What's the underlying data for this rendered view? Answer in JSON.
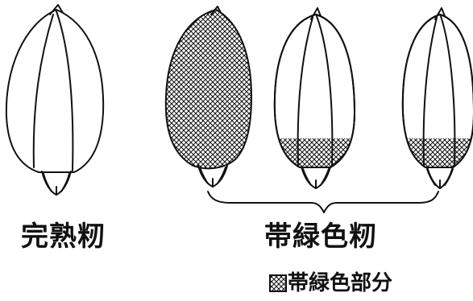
{
  "labels": {
    "ripe": "完熟籾",
    "green": "帯緑色籾"
  },
  "legend": {
    "text": "帯緑色部分"
  },
  "grains": [
    {
      "name": "ripe-grain",
      "green_area": "none"
    },
    {
      "name": "green-grain-whole",
      "green_area": "whole"
    },
    {
      "name": "green-grain-base-1",
      "green_area": "base"
    },
    {
      "name": "green-grain-base-2",
      "green_area": "base"
    }
  ],
  "colors": {
    "line": "#111111",
    "background": "#ffffff"
  }
}
